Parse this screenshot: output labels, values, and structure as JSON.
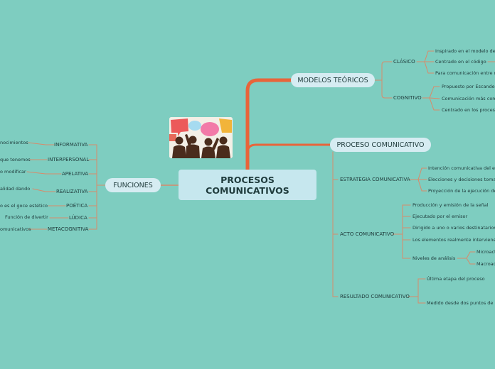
{
  "central": {
    "line1": "PROCESOS",
    "line2": "COMUNICATIVOS"
  },
  "branches": {
    "modelos": {
      "label": "MODELOS TEÓRICOS",
      "clasico": {
        "label": "CLÁSICO",
        "items": [
          "Inspirado en el modelo de",
          "Centrado en el código",
          "Para comunicación entre m"
        ]
      },
      "cognitivo": {
        "label": "COGNITIVO",
        "items": [
          "Propuesto por Escandel",
          "Comunicación más comp",
          "Centrado en los procesos"
        ]
      }
    },
    "proceso": {
      "label": "PROCESO COMUNICATIVO",
      "estrategia": {
        "label": "ESTRATEGIA COMUNICATIVA",
        "items": [
          "Intención comunicativa del em",
          "Elecciones y decisiones toma",
          "Proyección de la ejecución de"
        ]
      },
      "acto": {
        "label": "ACTO COMUNICATIVO",
        "items": [
          "Producción y emisión de la señal",
          "Ejecutado por el emisor",
          "Dirigido a uno o varios destinatarios",
          "Los elementos realmente intervienen"
        ],
        "niveles": {
          "label": "Niveles de análisis",
          "items": [
            "Microact",
            "Macroact"
          ]
        }
      },
      "resultado": {
        "label": "RESULTADO COMUNICATIVO",
        "items": [
          "Última etapa del proceso",
          "Medido desde dos puntos de"
        ]
      }
    },
    "funciones": {
      "label": "FUNCIONES",
      "items": [
        {
          "label": "INFORMATIVA",
          "leaf": "nocimientos"
        },
        {
          "label": "INTERPERSONAL",
          "leaf": "que tenemos"
        },
        {
          "label": "APELATIVA",
          "leaf": "o modificar"
        },
        {
          "label": "REALIZATIVA",
          "leaf": "alidad dando"
        },
        {
          "label": "POÉTICA",
          "leaf": "o es el goce estético"
        },
        {
          "label": "LÚDICA",
          "leaf": "Función de divertir"
        },
        {
          "label": "METACOGNITIVA",
          "leaf": "omunicativos"
        }
      ]
    }
  },
  "colors": {
    "background": "#7ecdc0",
    "trunk": "#e8643a",
    "line": "#d88a6a",
    "node": "#d6ecf2"
  }
}
